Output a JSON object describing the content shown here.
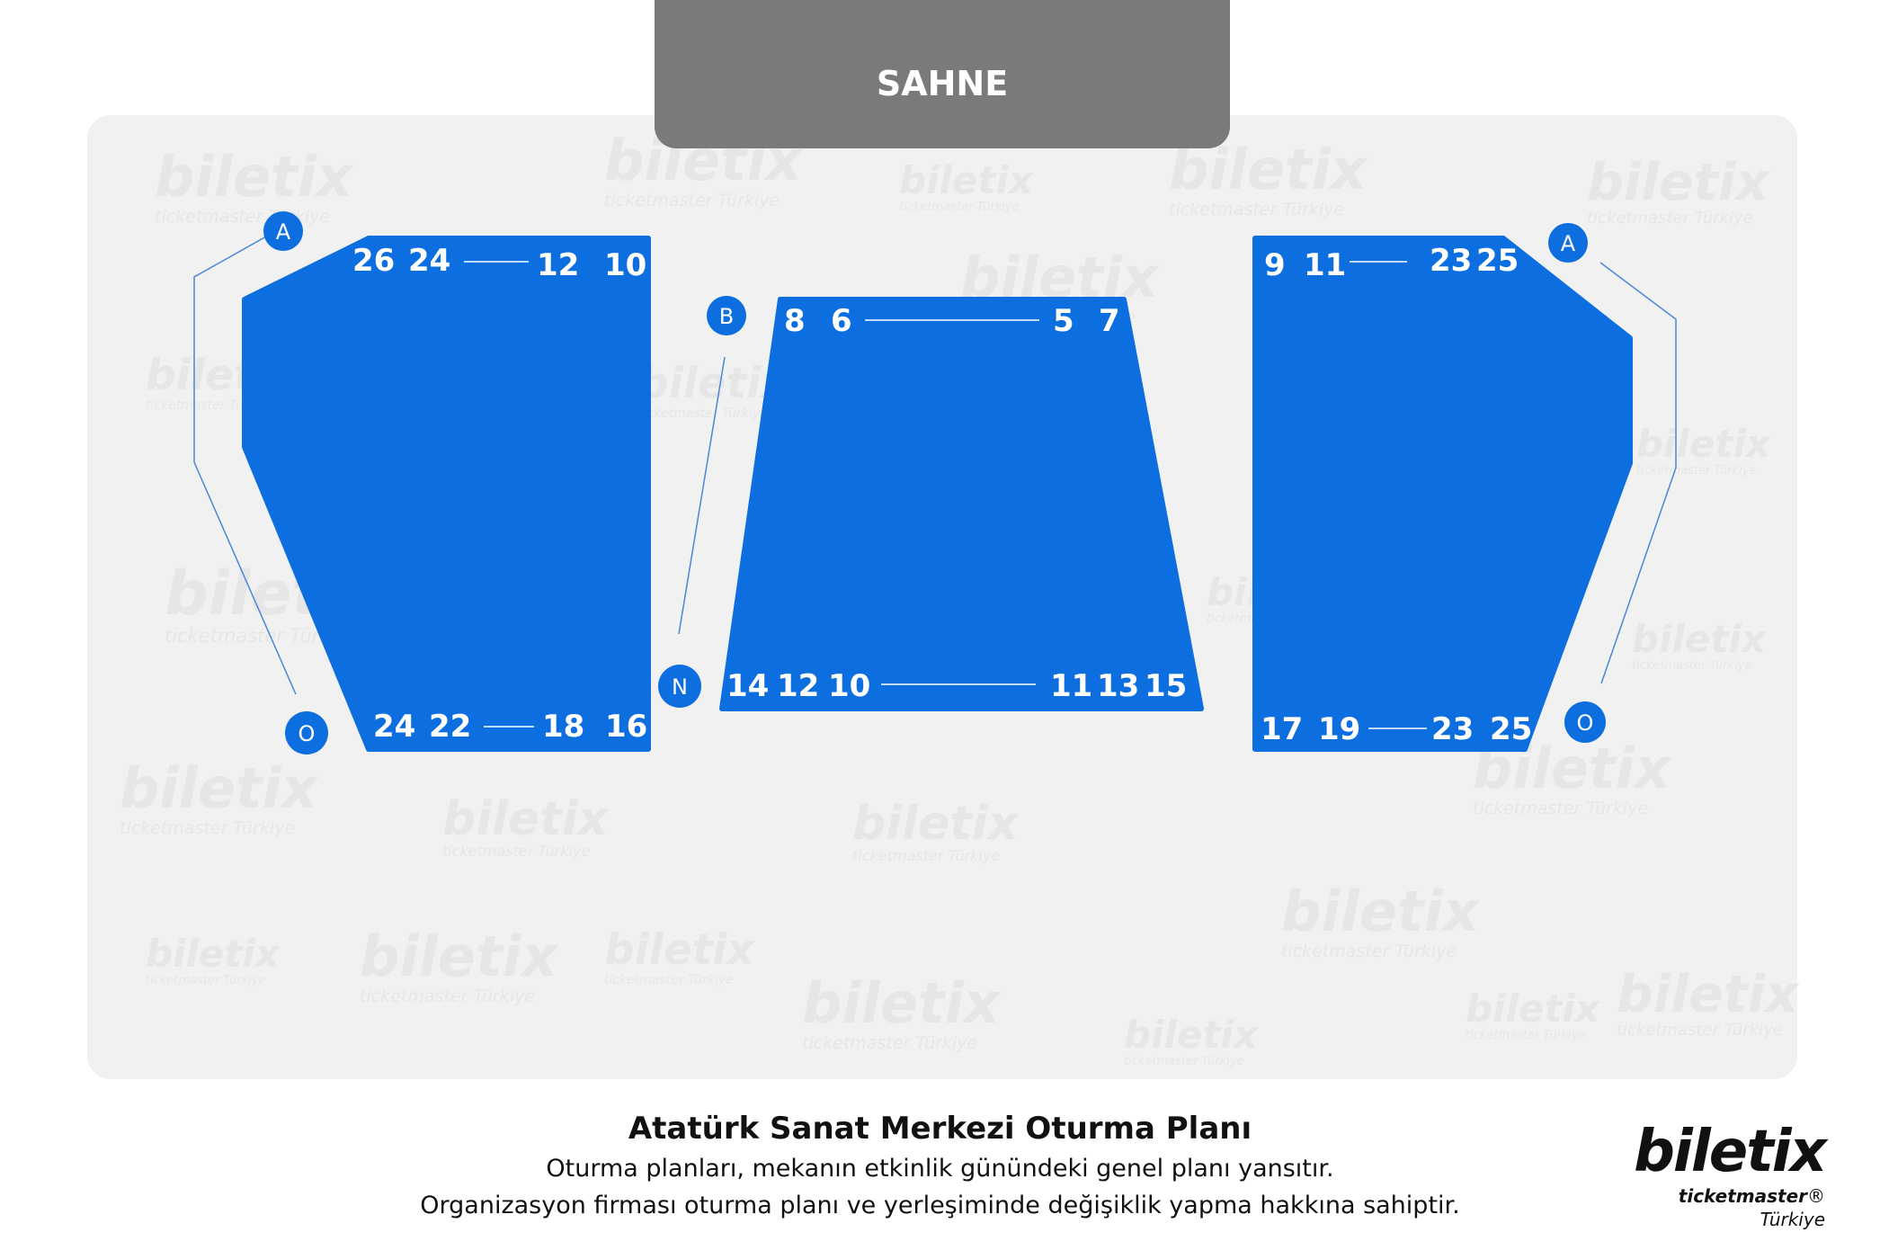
{
  "stage": {
    "label": "SAHNE"
  },
  "sections": {
    "left": {
      "top_numbers": [
        "26",
        "24",
        "12",
        "10"
      ],
      "bottom_numbers": [
        "24",
        "22",
        "18",
        "16"
      ],
      "row_first": "A",
      "row_last": "O"
    },
    "center": {
      "top_numbers": [
        "8",
        "6",
        "5",
        "7"
      ],
      "bottom_numbers": [
        "14",
        "12",
        "10",
        "11",
        "13",
        "15"
      ],
      "row_first": "B",
      "row_last": "N"
    },
    "right": {
      "top_numbers": [
        "9",
        "11",
        "23",
        "25"
      ],
      "bottom_numbers": [
        "17",
        "19",
        "23",
        "25"
      ],
      "row_first": "A",
      "row_last": "O"
    }
  },
  "caption": {
    "title": "Atatürk Sanat Merkezi Oturma Planı",
    "line1": "Oturma planları, mekanın etkinlik günündeki genel planı yansıtır.",
    "line2": "Organizasyon firması oturma planı ve yerleşiminde değişiklik yapma hakkına sahiptir."
  },
  "logo": {
    "word": "biletix",
    "sub_brand": "ticketmaster",
    "sub_region": "Türkiye"
  },
  "watermark": {
    "word": "biletix",
    "sub": "ticketmaster Türkiye"
  },
  "colors": {
    "section": "#0d6ee0",
    "stage": "#7b7a7a",
    "floor": "#f1f1f1",
    "guide": "#4a86d9"
  }
}
